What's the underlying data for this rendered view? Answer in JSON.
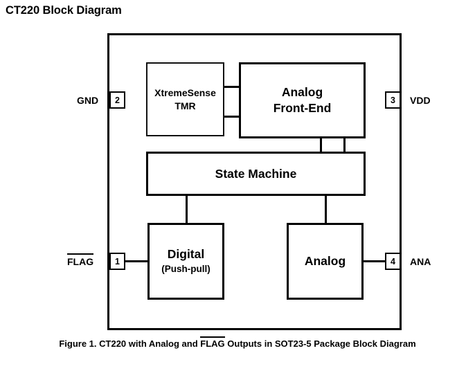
{
  "page": {
    "title": "CT220 Block Diagram"
  },
  "figure": {
    "caption_part1": "Figure 1. CT220 with Analog and ",
    "caption_overline": "FLAG",
    "caption_part2": " Outputs in SOT23-5 Package Block Diagram"
  },
  "diagram": {
    "package": "SOT23-5",
    "blocks": [
      {
        "id": "xtremesense-tmr",
        "line1": "XtremeSense",
        "line2": "TMR"
      },
      {
        "id": "analog-front-end",
        "line1": "Analog",
        "line2": "Front-End"
      },
      {
        "id": "state-machine",
        "line1": "State Machine"
      },
      {
        "id": "digital-output",
        "line1": "Digital",
        "line2": "(Push-pull)"
      },
      {
        "id": "analog-output",
        "line1": "Analog"
      }
    ],
    "pins": [
      {
        "number": "1",
        "name": "FLAG",
        "active_low": true,
        "side": "left"
      },
      {
        "number": "2",
        "name": "GND",
        "active_low": false,
        "side": "left"
      },
      {
        "number": "3",
        "name": "VDD",
        "active_low": false,
        "side": "right"
      },
      {
        "number": "4",
        "name": "ANA",
        "active_low": false,
        "side": "right"
      }
    ]
  },
  "colors": {
    "line": "#000000",
    "background": "#ffffff",
    "text": "#000000"
  }
}
